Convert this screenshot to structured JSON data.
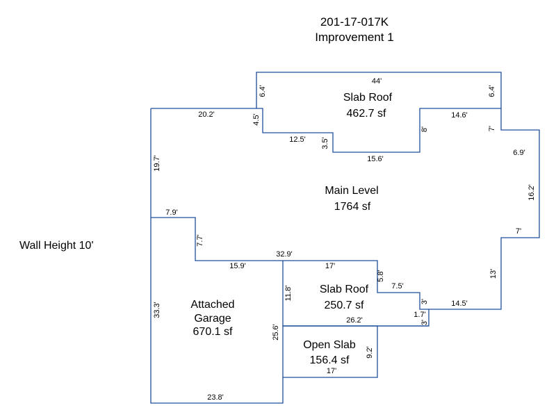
{
  "header": {
    "parcel_id": "201-17-017K",
    "improvement": "Improvement 1"
  },
  "wall_height": "Wall Height 10'",
  "areas": {
    "slab_roof_top": {
      "name": "Slab Roof",
      "area": "462.7 sf"
    },
    "main_level": {
      "name": "Main Level",
      "area": "1764 sf"
    },
    "slab_roof_mid": {
      "name": "Slab Roof",
      "area": "250.7 sf"
    },
    "garage": {
      "name1": "Attached",
      "name2": "Garage",
      "area": "670.1 sf"
    },
    "open_slab": {
      "name": "Open Slab",
      "area": "156.4 sf"
    }
  },
  "dims": {
    "d44": "44'",
    "d64a": "6.4'",
    "d64b": "6.4'",
    "d202": "20.2'",
    "d45": "4.5'",
    "d125": "12.5'",
    "d35": "3.5'",
    "d156": "15.6'",
    "d8": "8'",
    "d146": "14.6'",
    "d7a": "7'",
    "d69": "6.9'",
    "d197": "19.7'",
    "d162": "16.2'",
    "d7b": "7'",
    "d79": "7.9'",
    "d77": "7.7'",
    "d329": "32.9'",
    "d159": "15.9'",
    "d17a": "17'",
    "d58": "5.8'",
    "d13": "13'",
    "d118": "11.8'",
    "d75": "7.5'",
    "d3a": "3'",
    "d145": "14.5'",
    "d17": "1.7'",
    "d3b": "3'",
    "d262": "26.2'",
    "d333": "33.3'",
    "d256": "25.6'",
    "d92": "9.2'",
    "d17b": "17'",
    "d238": "23.8'"
  }
}
